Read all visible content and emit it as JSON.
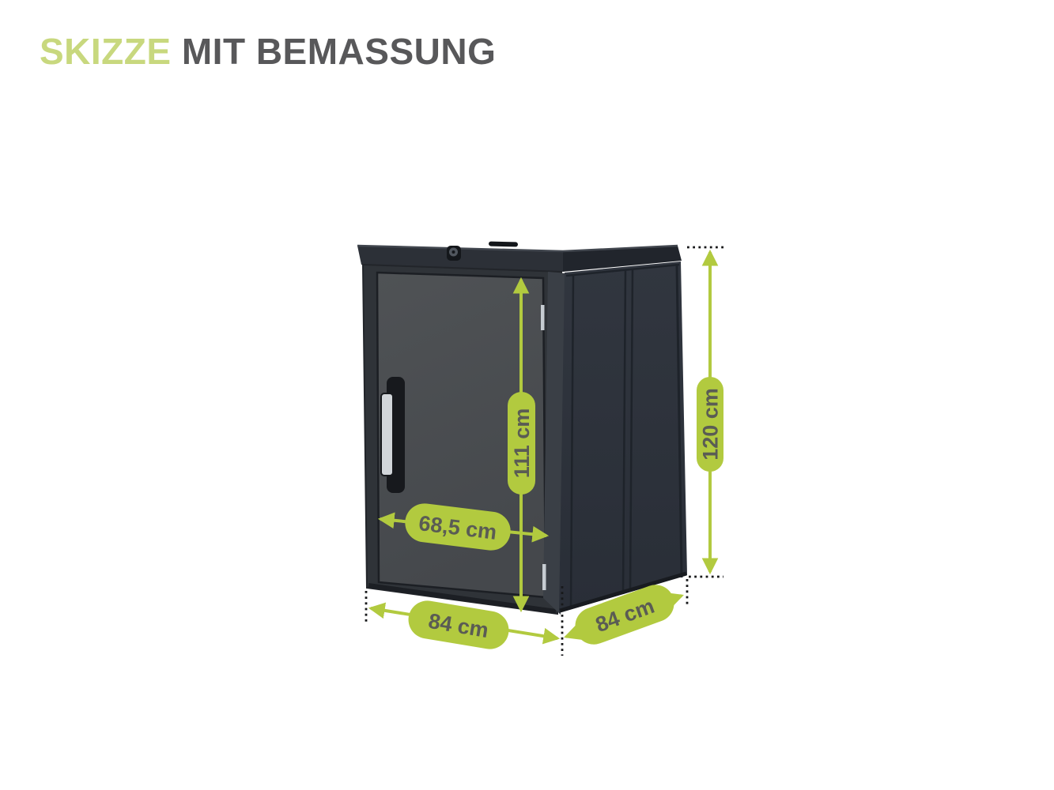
{
  "title": {
    "highlight": "SKIZZE",
    "rest": " MIT BEMASSUNG"
  },
  "sketch": {
    "object": "waste-bin-storage-box",
    "dimensions": {
      "door_height": "111 cm",
      "door_width": "68,5 cm",
      "total_height": "120 cm",
      "front_width": "84 cm",
      "side_depth": "84 cm"
    },
    "colors": {
      "accent_green": "#b2ca3f",
      "title_green": "#c8d87e",
      "title_gray": "#58585a",
      "label_text": "#5a5c54",
      "cabinet_front": "#4b4e51",
      "cabinet_side": "#2d323b",
      "dotted_line": "#17181a"
    }
  }
}
